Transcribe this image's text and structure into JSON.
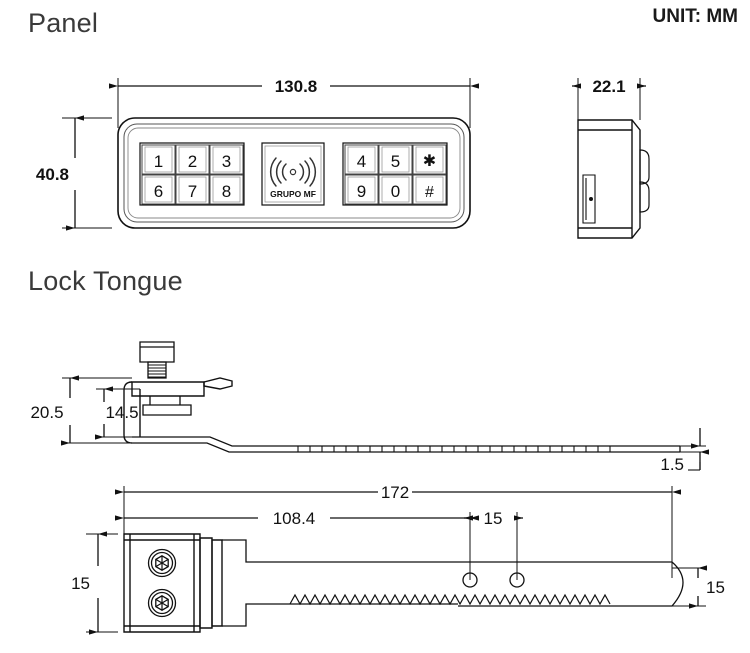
{
  "sheet": {
    "unit_label": "UNIT: MM",
    "sections": [
      {
        "title": "Panel"
      },
      {
        "title": "Lock Tongue"
      }
    ]
  },
  "panel": {
    "title": "Panel",
    "front_view": {
      "width_dim": "130.8",
      "height_dim": "40.8",
      "keypad_left": [
        [
          "1",
          "2",
          "3"
        ],
        [
          "6",
          "7",
          "8"
        ]
      ],
      "keypad_right": [
        [
          "4",
          "5",
          "✱"
        ],
        [
          "9",
          "0",
          "#"
        ]
      ],
      "rfid": {
        "icon": "rfid-wave-icon",
        "brand": "GRUPO  MF"
      }
    },
    "side_view": {
      "width_dim": "22.1"
    }
  },
  "lock_tongue": {
    "title": "Lock Tongue",
    "side_view": {
      "height_dim_outer": "20.5",
      "height_dim_inner": "14.5",
      "thickness_dim": "1.5"
    },
    "plan_view": {
      "overall_length_dim": "172",
      "to_first_hole_dim": "108.4",
      "hole_spacing_dim": "15",
      "head_height_dim": "15",
      "tail_height_dim": "15",
      "screw_count": 2,
      "hole_count": 2
    }
  },
  "style": {
    "line_color": "#111111",
    "title_color": "#3a3a3a",
    "background": "#ffffff"
  }
}
